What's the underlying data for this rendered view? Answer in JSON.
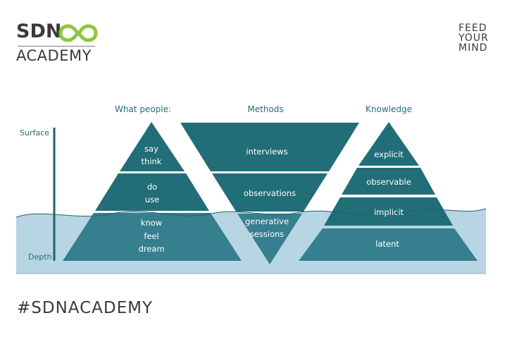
{
  "logo": {
    "brand": "SDN",
    "sub": "ACADEMY",
    "brand_color": "#8dc63f"
  },
  "tagline": {
    "line1": "FEED",
    "line2": "YOUR",
    "line3": "MIND"
  },
  "hashtag": "#SDNACADEMY",
  "diagram": {
    "headers": {
      "left": "What people:",
      "center": "Methods",
      "right": "Knowledge"
    },
    "axis": {
      "top": "Surface",
      "bottom": "Depth"
    },
    "left_pyramid": {
      "band1": [
        "say",
        "think"
      ],
      "band2": [
        "do",
        "use"
      ],
      "band3": [
        "know",
        "feel",
        "dream"
      ]
    },
    "methods": {
      "band1": "interviews",
      "band2": "observations",
      "band3": [
        "generative",
        "sessions"
      ]
    },
    "right_pyramid": {
      "band1": "explicit",
      "band2": "observable",
      "band3": "implicit",
      "band4": "latent"
    },
    "colors": {
      "dark_teal": "#216d78",
      "water": "#b7d5e2",
      "submerged_teal": "#357f8f",
      "header_text": "#2a6b77",
      "line": "#1f6270"
    }
  }
}
